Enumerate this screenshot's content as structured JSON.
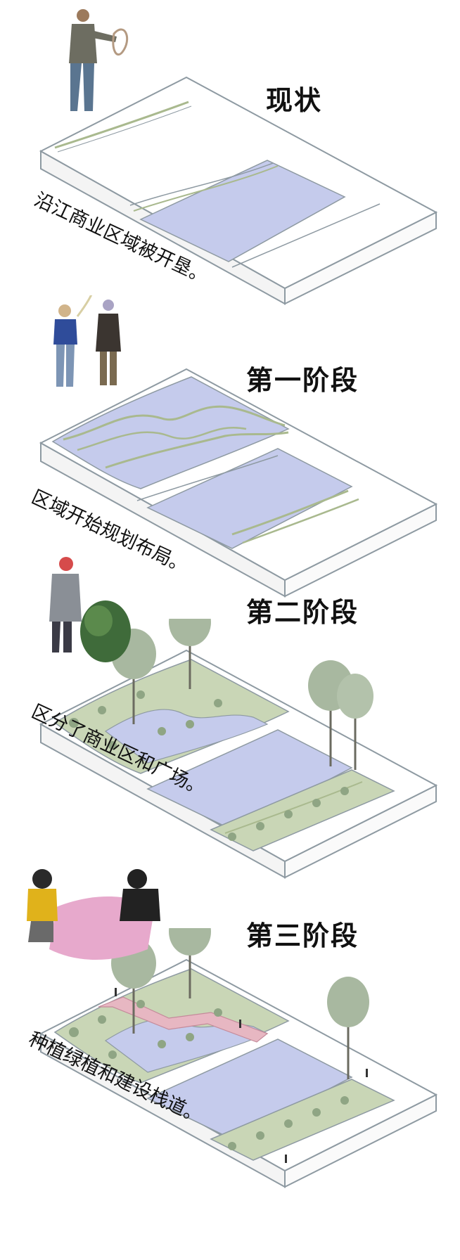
{
  "stages": [
    {
      "title": "现状",
      "caption": "沿江商业区域被开垦。"
    },
    {
      "title": "第一阶段",
      "caption": "区域开始规划布局。"
    },
    {
      "title": "第二阶段",
      "caption": "区分了商业区和广场。"
    },
    {
      "title": "第三阶段",
      "caption": "种植绿植和建设栈道。"
    }
  ],
  "colors": {
    "water": "#c5cbec",
    "green": "#c9d6b6",
    "green_line": "#a9b98e",
    "outline": "#8e9aa2",
    "boardwalk": "#e7b7c2",
    "tree": "#8fa584"
  }
}
